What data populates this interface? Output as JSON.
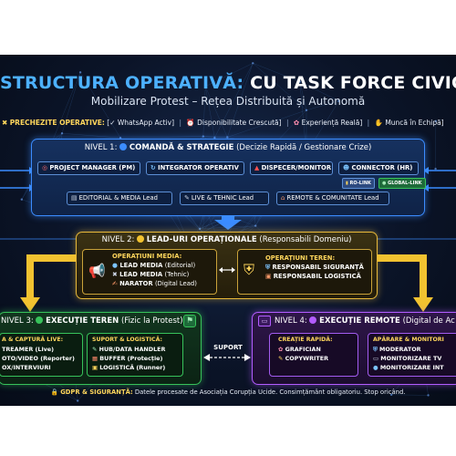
{
  "title": {
    "accent": "STRUCTURA OPERATIVĂ:",
    "rest": "CU TASK FORCE CIVIC"
  },
  "subtitle": "Mobilizare Protest – Rețea Distribuită și Autonomă",
  "prereq": {
    "label": "PRECHEZITE OPERATIVE:",
    "items": [
      "[✓ WhatsApp Activ]",
      "Disponibilitate Crescută]",
      "Experiență Reală]",
      "Muncă în Echipă]"
    ]
  },
  "level1": {
    "name": "NIVEL 1:",
    "title": "COMANDĂ & STRATEGIE",
    "desc": "(Decizie Rapidă / Gestionare Crize)",
    "roles": [
      "PROJECT MANAGER (PM)",
      "INTEGRATOR OPERATIV",
      "DISPECER/MONITOR",
      "CONNECTOR (HR)"
    ],
    "badges": [
      "RO-LINK",
      "GLOBAL-LINK"
    ],
    "leads": [
      "EDITORIAL & MEDIA Lead",
      "LIVE & TEHNIC Lead",
      "REMOTE & COMUNITATE Lead"
    ]
  },
  "level2": {
    "name": "NIVEL 2:",
    "title": "LEAD-URI OPERAȚIONALE",
    "desc": "(Responsabili Domeniu)",
    "media": {
      "title": "OPERAȚIUNI MEDIA:",
      "items": [
        "LEAD MEDIA",
        "LEAD MEDIA",
        "NARATOR"
      ],
      "notes": [
        "(Editorial)",
        "(Tehnic)",
        "(Digital Lead)"
      ]
    },
    "teren": {
      "title": "OPERAȚIUNI TEREN:",
      "items": [
        "RESPONSABIL SIGURANȚĂ",
        "RESPONSABIL LOGISTICĂ"
      ]
    }
  },
  "level3": {
    "name": "NIVEL 3:",
    "title": "EXECUȚIE TEREN",
    "desc": "(Fizic la Protest)",
    "capture": {
      "title": "A & CAPTURĂ LIVE:",
      "items": [
        "TREAMER (Live)",
        "OTO/VIDEO (Reporter)",
        "OX/INTERVIURI"
      ]
    },
    "support": {
      "title": "SUPORT & LOGISTICĂ:",
      "items": [
        "HUB/DATA HANDLER",
        "BUFFER (Protecție)",
        "LOGISTICĂ (Runner)"
      ]
    }
  },
  "support_link": "SUPORT",
  "level4": {
    "name": "NIVEL 4:",
    "title": "EXECUȚIE REMOTE",
    "desc": "(Digital de Ac",
    "creation": {
      "title": "CREAȚIE RAPIDĂ:",
      "items": [
        "GRAFICIAN",
        "COPYWRITER"
      ]
    },
    "defense": {
      "title": "APĂRARE & MONITORI",
      "items": [
        "MODERATOR",
        "MONITORIZARE TV",
        "MONITORIZARE INT"
      ]
    }
  },
  "footer": {
    "label": "GDPR & SIGURANȚĂ:",
    "text": "Datele procesate de Asociația Corupția Ucide. Consimțământ obligatoriu. Stop oricând."
  },
  "colors": {
    "blue": "#3b8cff",
    "gold": "#e7b83a",
    "green": "#37c25a",
    "purple": "#b25cff",
    "arrow_blue": "#3b8cff",
    "arrow_yellow": "#f2c230"
  }
}
